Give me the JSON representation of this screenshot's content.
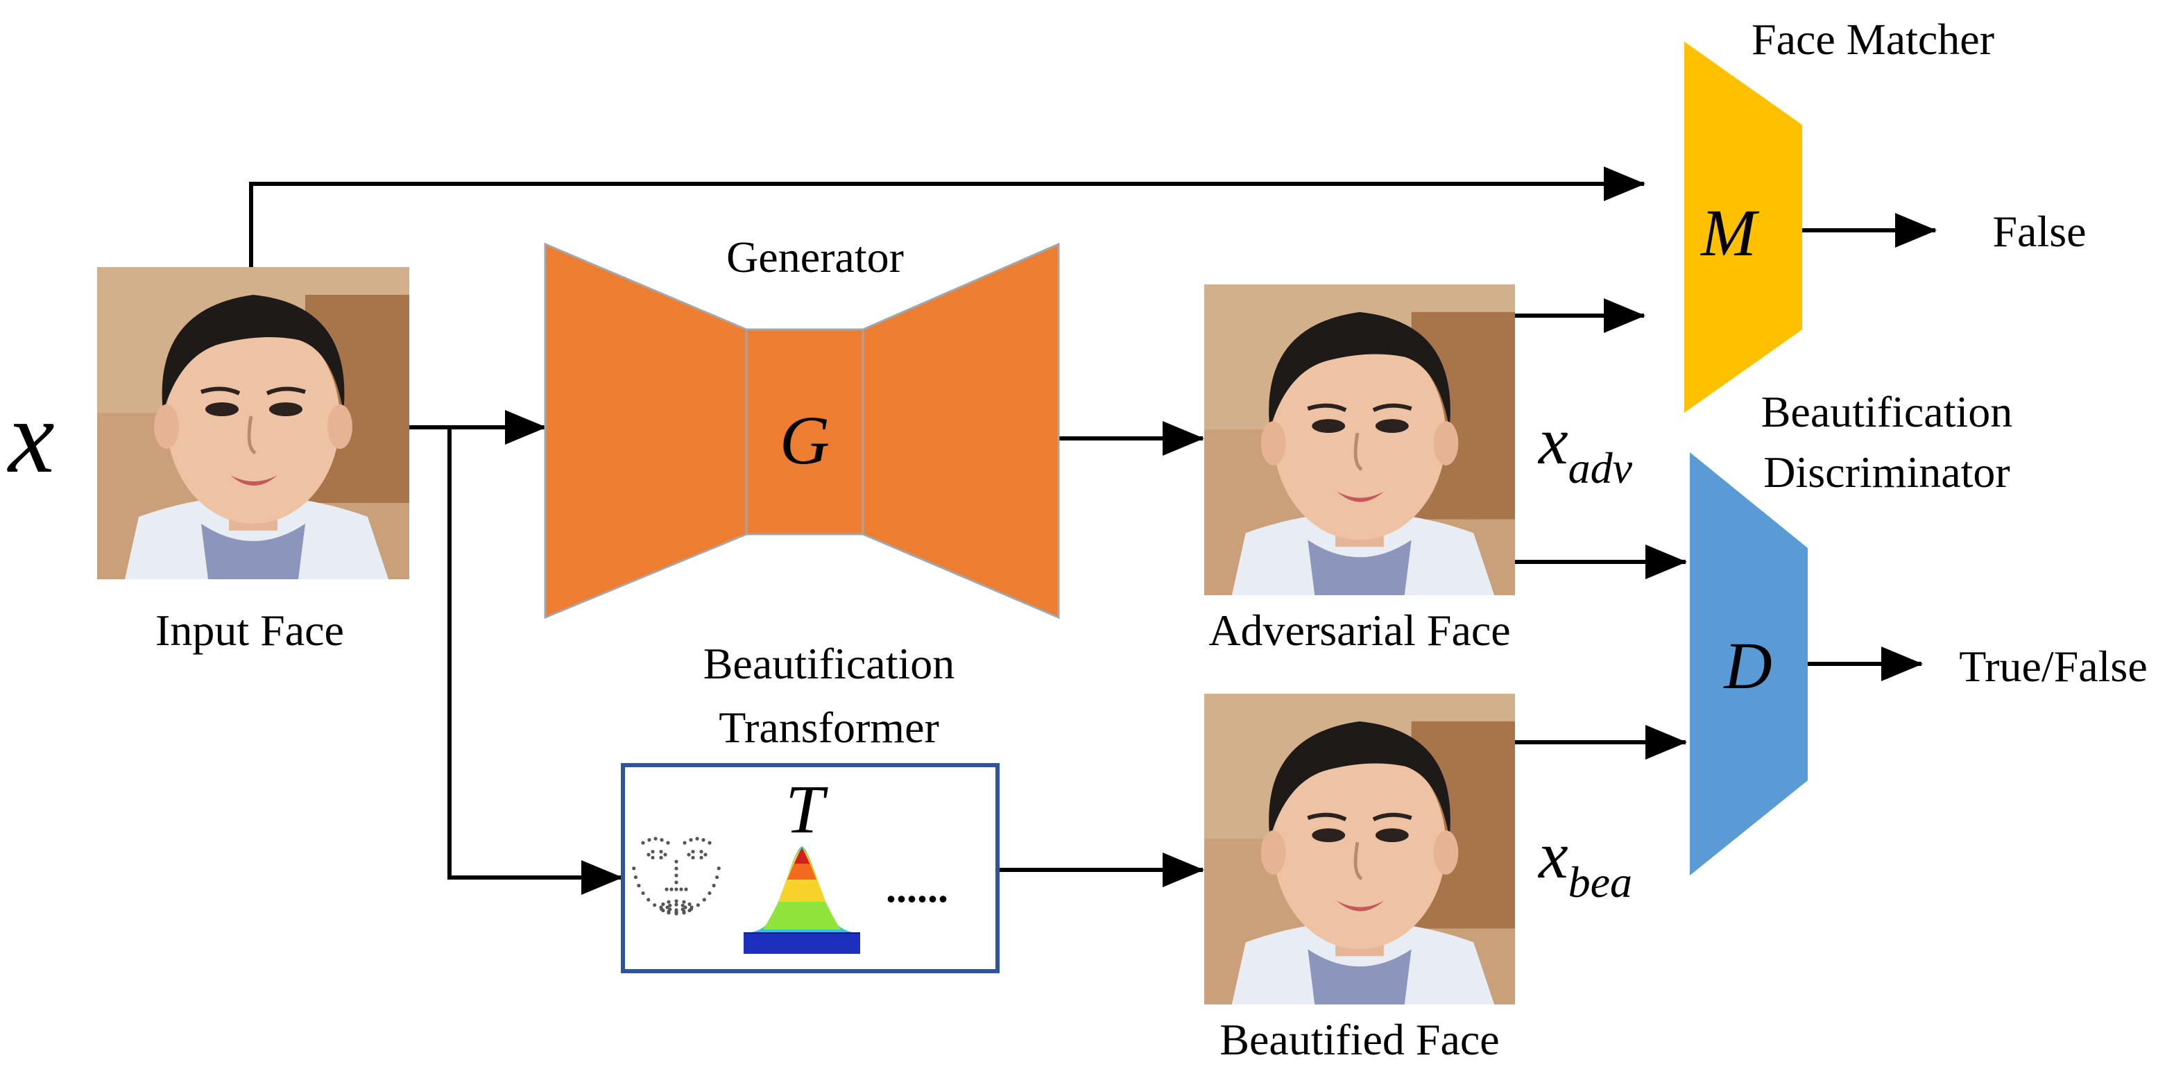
{
  "labels": {
    "input_face": "Input Face",
    "generator": "Generator",
    "adversarial_face": "Adversarial Face",
    "beautified_face": "Beautified Face",
    "beautification_transformer_line1": "Beautification",
    "beautification_transformer_line2": "Transformer",
    "face_matcher": "Face Matcher",
    "beautification_discriminator_line1": "Beautification",
    "beautification_discriminator_line2": "Discriminator",
    "false_output": "False",
    "true_false_output": "True/False",
    "dots": "......"
  },
  "symbols": {
    "x": "x",
    "G": "G",
    "M": "M",
    "D": "D",
    "T": "T",
    "x_adv_base": "x",
    "x_adv_sub": "adv",
    "x_bea_base": "x",
    "x_bea_sub": "bea"
  },
  "colors": {
    "generator": "#ED7D31",
    "generator_outline": "#A6A6A6",
    "face_matcher": "#FFC000",
    "discriminator": "#5B9BD5",
    "transformer_border": "#2F5597",
    "arrow": "#000000"
  },
  "icons": {
    "landmarks": "face-landmarks-icon",
    "gaussian": "gaussian-surface-icon",
    "face": "face-photo-icon"
  }
}
